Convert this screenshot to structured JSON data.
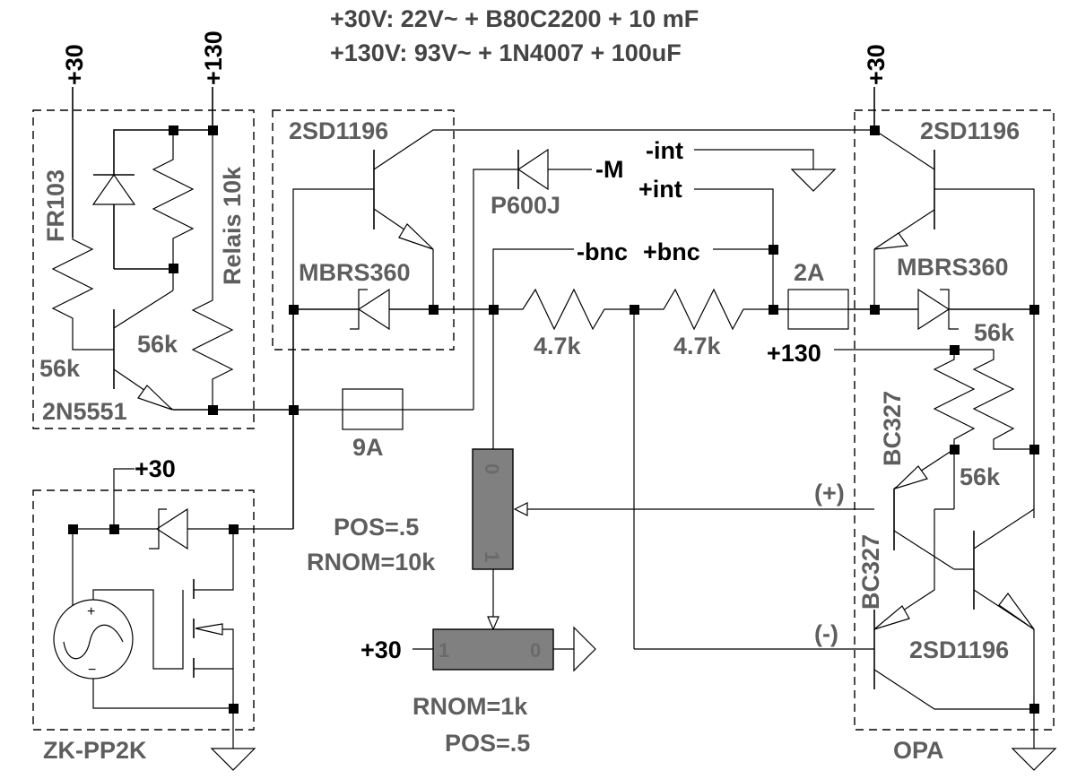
{
  "notes": {
    "line1": "+30V: 22V~ + B80C2200 + 10 mF",
    "line2": "+130V: 93V~ + 1N4007 + 100uF"
  },
  "rails": {
    "plus30_top_left": "+30",
    "plus130_top_left": "+130",
    "plus30_top_right": "+30",
    "plus30_zk": "+30",
    "plus130_mid": "+130",
    "plus30_pot": "+30"
  },
  "nets": {
    "minus_int": "-int",
    "plus_int": "+int",
    "minus_m": "-M",
    "minus_bnc": "-bnc",
    "plus_bnc": "+bnc",
    "opa_plus": "(+)",
    "opa_minus": "(-)"
  },
  "relay_block": {
    "fr103": "FR103",
    "relais": "Relais 10k",
    "r1": "56k",
    "r2": "56k",
    "transistor": "2N5551"
  },
  "driver_block": {
    "transistor": "2SD1196",
    "diode": "MBRS360"
  },
  "middle": {
    "diode": "P600J",
    "r_left": "4.7k",
    "r_right": "4.7k",
    "fuse_9a": "9A",
    "fuse_2a": "2A"
  },
  "pot10k": {
    "pos": "POS=.5",
    "rnom": "RNOM=10k",
    "pin0": "0",
    "pin1": "1"
  },
  "pot1k": {
    "rnom": "RNOM=1k",
    "pos": "POS=.5",
    "pin0": "0",
    "pin1": "1"
  },
  "zk_block": {
    "name": "ZK-PP2K"
  },
  "opa_block": {
    "name": "OPA",
    "t_top": "2SD1196",
    "diode": "MBRS360",
    "r_top": "56k",
    "r_mid": "56k",
    "bc_top": "BC327",
    "bc_bottom": "BC327",
    "t_bottom": "2SD1196"
  }
}
